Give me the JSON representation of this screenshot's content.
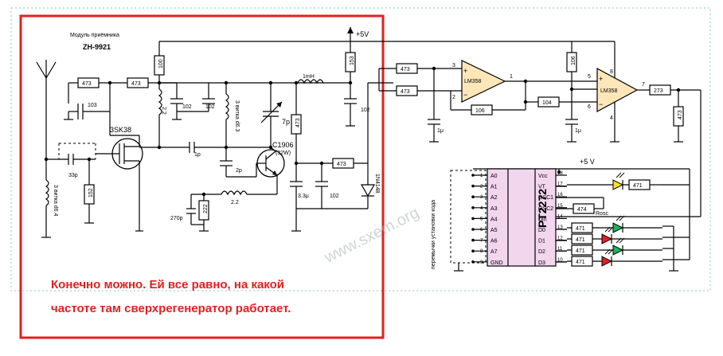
{
  "module": {
    "title": "Модуль приёмника",
    "model": "ZH-9921"
  },
  "supply": {
    "top": "+5V",
    "bottom": "+5 V"
  },
  "rf": {
    "r_in": "473",
    "r_mid": "473",
    "r_100": "100",
    "r_152": "152",
    "r_222": "222",
    "c_103": "103",
    "c_102a": "102",
    "c_102b": "102",
    "c_1p": "1p",
    "c_2p": "2p",
    "c_33p": "33p",
    "c_270p": "270p",
    "c_7p": "7p",
    "l_22a": "2.2",
    "l_22b": "2.2",
    "coil_main": "3 витка d6.3",
    "coil_left": "3 витка d6.4",
    "fet": "3SK38",
    "tr": "C1906",
    "tr_sub": "(32W)",
    "l_1mH": "1mH",
    "r_153": "153",
    "c_102c": "102",
    "r_473c": "473",
    "r_473d": "473",
    "c_33u": "3.3μ",
    "c_102d": "102",
    "diode": "1N4148"
  },
  "amp": {
    "r1": "473",
    "r2": "473",
    "r_106a": "106",
    "r_106b": "106",
    "r_104": "104",
    "c1": "1μ",
    "c2": "1μ",
    "r_273": "273",
    "r_473": "473",
    "u1": "LM358",
    "u2": "LM358",
    "pins": {
      "p3": "3",
      "p2": "2",
      "p1": "1",
      "p5": "5",
      "p6": "6",
      "p7": "7",
      "p8": "8",
      "p4": "4"
    }
  },
  "decoder": {
    "chip": "PT2272",
    "left_pins": [
      "A0",
      "A1",
      "A2",
      "A3",
      "A4",
      "A5",
      "A6",
      "A7",
      "GND"
    ],
    "left_nums": [
      "1",
      "2",
      "3",
      "4",
      "5",
      "6",
      "7",
      "8",
      "9"
    ],
    "right_pins": [
      "Vcc",
      "VT",
      "OSC1",
      "OSC2",
      "Din",
      "D0",
      "D1",
      "D2",
      "D3"
    ],
    "right_nums": [
      "18",
      "17",
      "16",
      "15",
      "14",
      "13",
      "12",
      "11",
      "10"
    ],
    "jumper_label": "перемычки установки кода",
    "r_474": "474",
    "rosc": "Rosc",
    "r_out": [
      "471",
      "471",
      "471",
      "471",
      "471"
    ]
  },
  "watermark": "www.sxem.org",
  "caption": {
    "line1": "Конечно можно. Ей все равно, на какой",
    "line2": "частоте там сверхрегенератор работает."
  },
  "colors": {
    "red": "#e2201f",
    "chip": "#f2d6ee",
    "opamp": "#fde7b9",
    "led_yellow": "#f4e21a",
    "led_green": "#18b55a",
    "led_red": "#e2201f"
  }
}
